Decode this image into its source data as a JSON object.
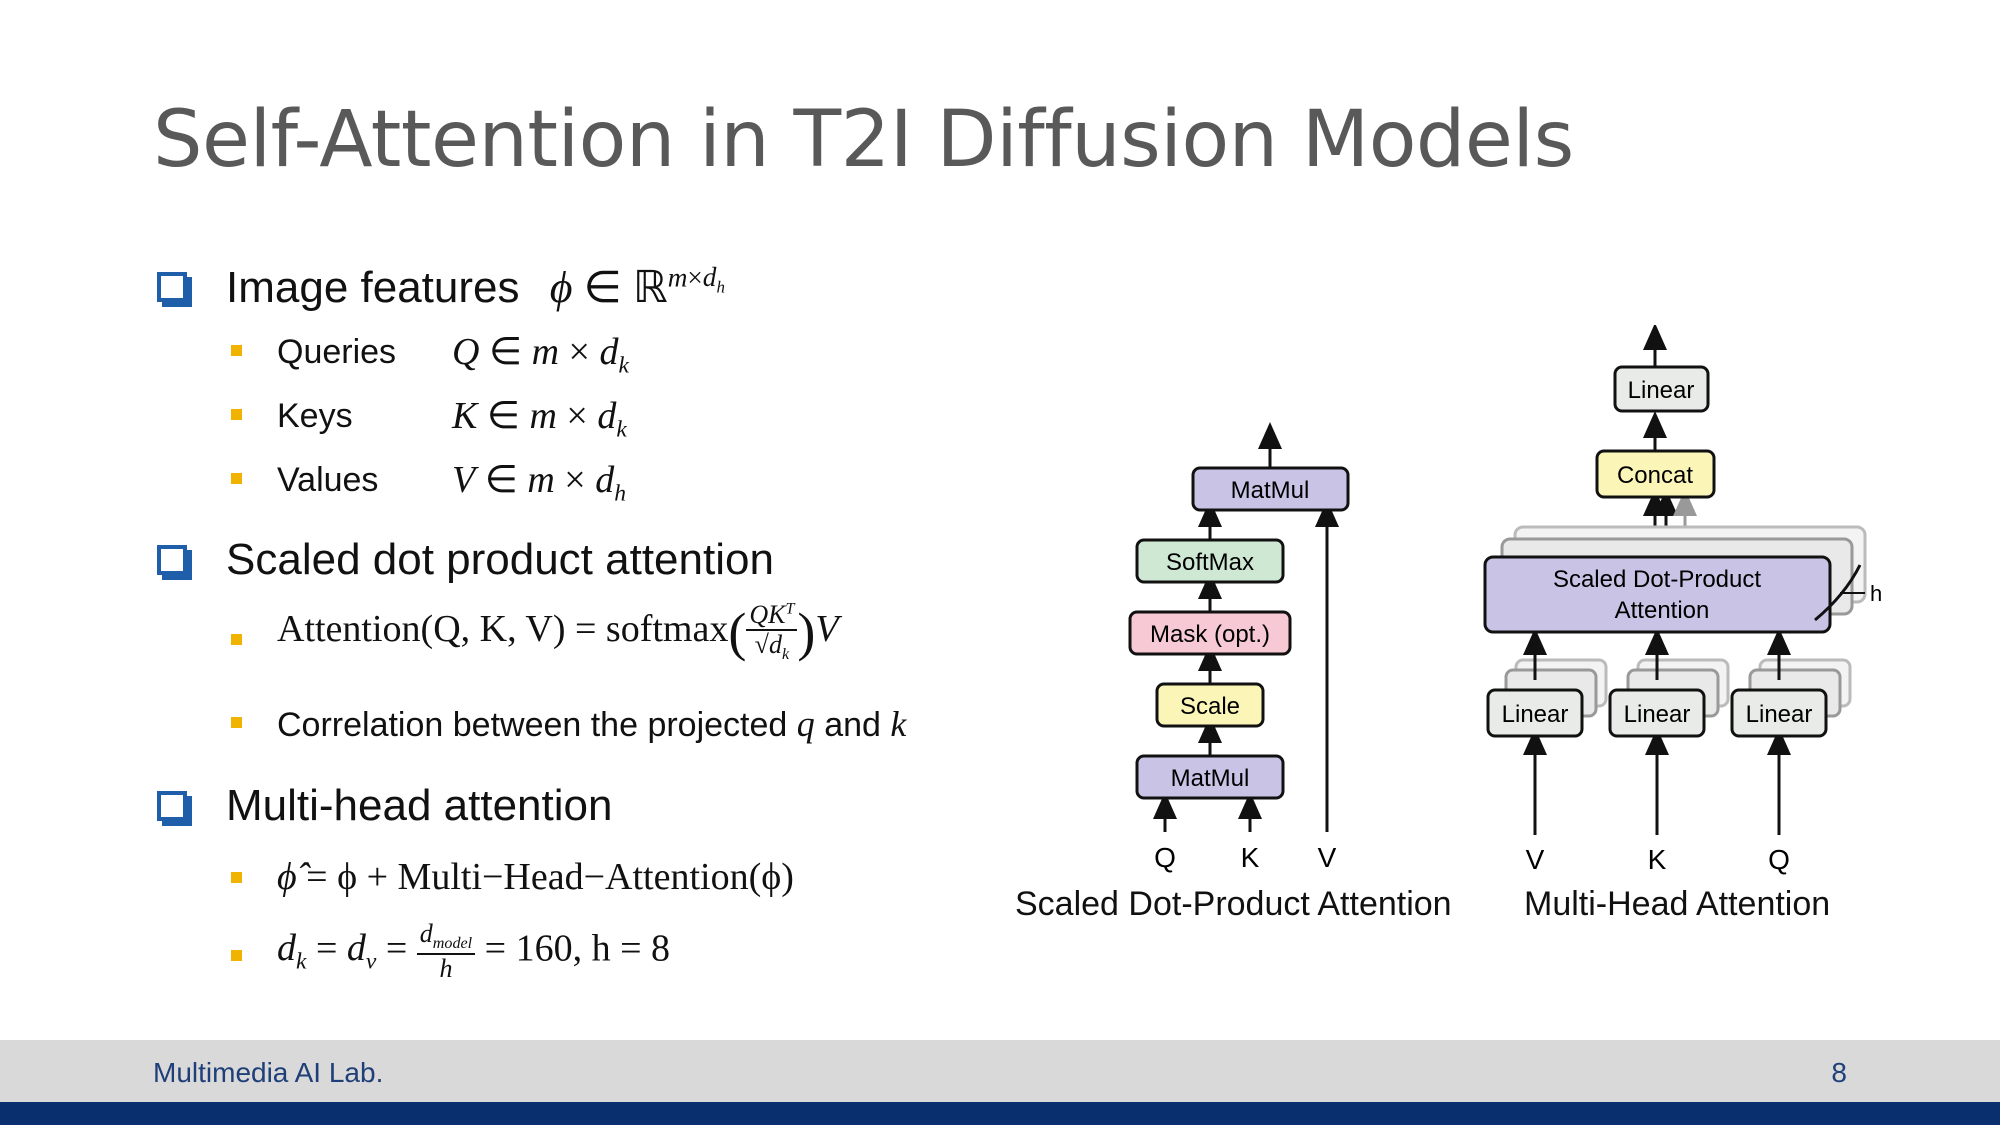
{
  "slide": {
    "title": "Self-Attention in T2I Diffusion Models",
    "footer_lab": "Multimedia AI Lab.",
    "page_number": "8"
  },
  "bullets": {
    "image_features": {
      "label": "Image features"
    },
    "queries": "Queries",
    "keys": "Keys",
    "values": "Values",
    "scaled_dot": "Scaled dot product attention",
    "correlation": "Correlation between the projected",
    "and_word": "and",
    "multi_head": "Multi-head attention"
  },
  "math": {
    "attention_lhs": "Attention(Q, K, V) = softmax",
    "mha_eq": "= ϕ + Multi−Head−Attention(ϕ)",
    "dk_eq": "= 160,  h = 8"
  },
  "diagram": {
    "scaled": {
      "boxes": [
        "MatMul",
        "SoftMax",
        "Mask (opt.)",
        "Scale",
        "MatMul"
      ],
      "inputs": [
        "Q",
        "K",
        "V"
      ],
      "caption": "Scaled Dot-Product Attention"
    },
    "multihead": {
      "top_linear": "Linear",
      "concat": "Concat",
      "sdpa_line1": "Scaled Dot-Product",
      "sdpa_line2": "Attention",
      "h_label": "h",
      "linears": [
        "Linear",
        "Linear",
        "Linear"
      ],
      "inputs": [
        "V",
        "K",
        "Q"
      ],
      "caption": "Multi-Head Attention"
    },
    "colors": {
      "matmul": "#c9c3e6",
      "softmax": "#cfe8d4",
      "mask": "#f7c9d5",
      "scale": "#fbf6b8",
      "linear": "#e8ebe8",
      "concat": "#fbf6b8",
      "sdpa": "#c9c3e6"
    }
  }
}
